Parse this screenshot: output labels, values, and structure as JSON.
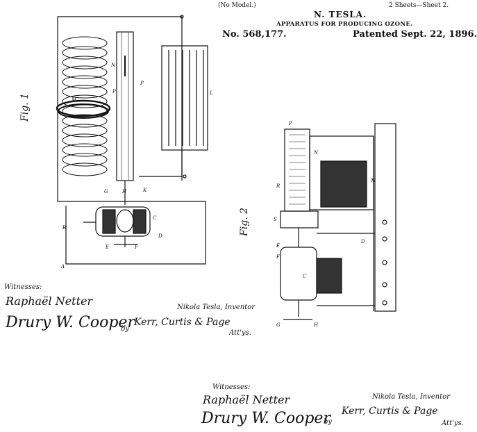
{
  "header": {
    "model_note": "(No Model.)",
    "sheets": "2 Sheets—Sheet 2.",
    "inventor": "N. TESLA.",
    "title": "APPARATUS FOR PRODUCING OZONE.",
    "patent_no": "No. 568,177.",
    "patent_date": "Patented Sept. 22, 1896."
  },
  "figures": {
    "fig1": "Fig. 1",
    "fig2": "Fig. 2"
  },
  "fig1_labels": [
    "M",
    "N",
    "P",
    "P",
    "L",
    "G",
    "H",
    "K",
    "B",
    "C",
    "D",
    "E",
    "F",
    "A"
  ],
  "fig2_labels": [
    "P",
    "R",
    "S",
    "E",
    "F",
    "C",
    "D",
    "G",
    "H",
    "M",
    "N"
  ],
  "signatures": {
    "witnesses_label": "Witnesses:",
    "witness_1": "Raphaël Netter",
    "witness_2": "Drury W. Cooper",
    "inventor_caption": "Nikola Tesla, Inventor",
    "by": "by",
    "attorneys": "Kerr, Curtis & Page",
    "attys": "Att'ys."
  },
  "signatures_bottom": {
    "witnesses_label": "Witnesses:",
    "witness_1": "Raphaël Netter",
    "witness_2": "Drury W. Cooper",
    "inventor_caption": "Nikola Tesla, Inventor",
    "by": "by",
    "attorneys": "Kerr, Curtis & Page",
    "attys": "Att'ys."
  }
}
